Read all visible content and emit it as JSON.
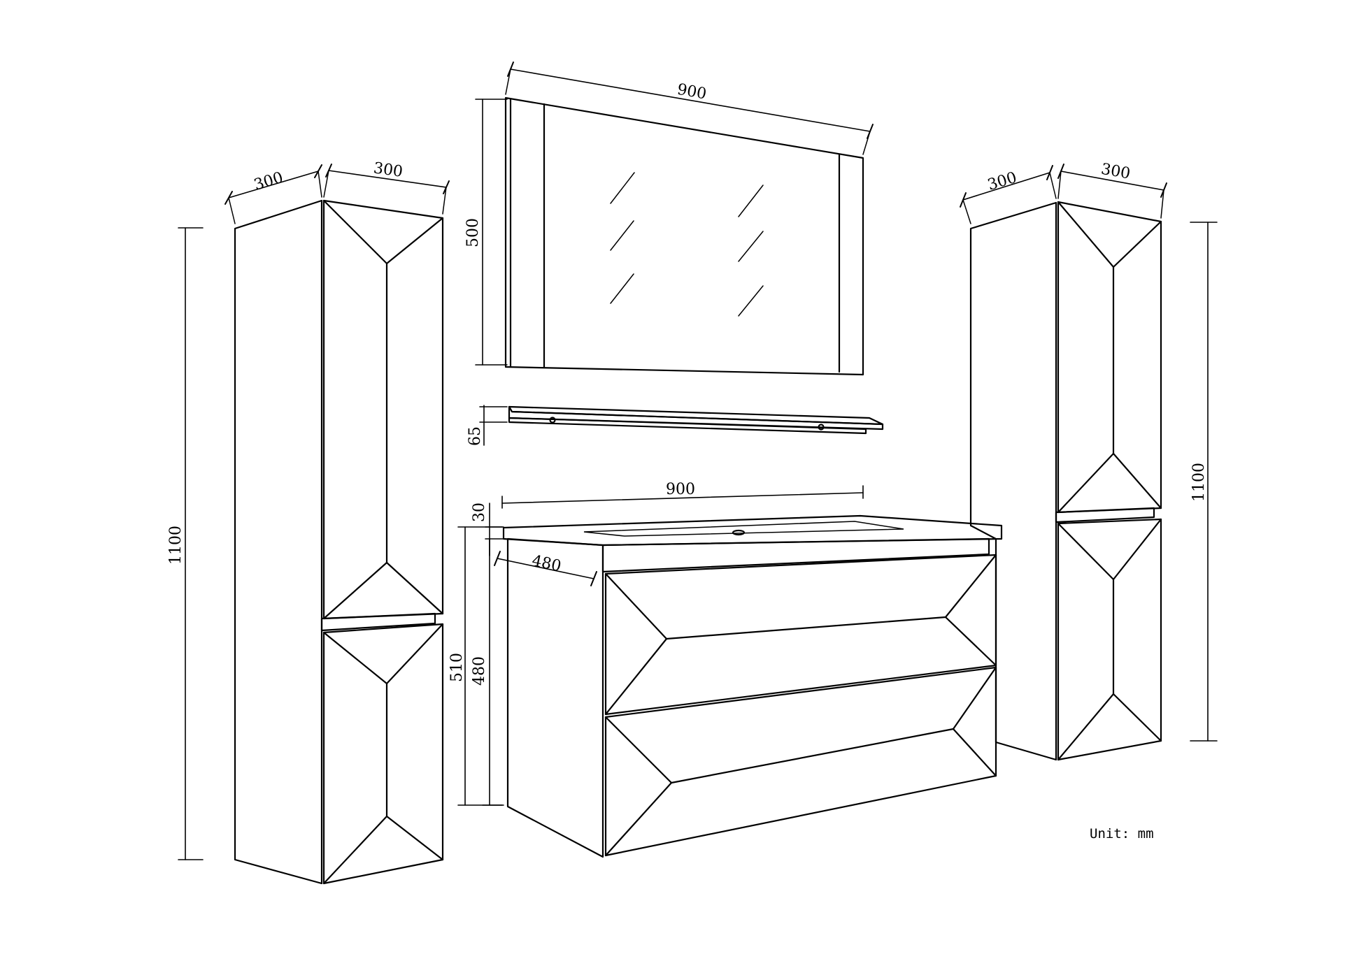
{
  "dimensions": {
    "tall_left_depth": "300",
    "tall_left_width": "300",
    "tall_left_height": "1100",
    "mirror_width": "900",
    "mirror_height": "500",
    "shelf_height": "65",
    "basin_width": "900",
    "basin_thickness": "30",
    "vanity_depth": "480",
    "vanity_total_height": "510",
    "vanity_body_height": "480",
    "tall_right_depth": "300",
    "tall_right_width": "300",
    "tall_right_height": "1100"
  },
  "unit_label": "Unit: mm"
}
